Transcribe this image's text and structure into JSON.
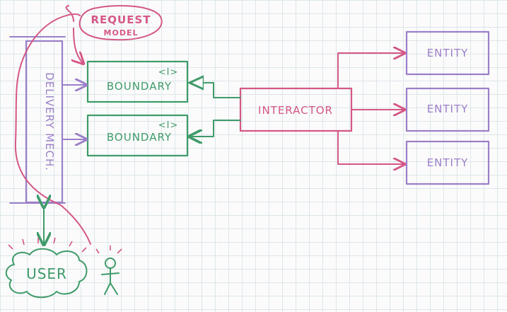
{
  "diagram": {
    "delivery_label": "DELIVERY MECH.",
    "request_model": {
      "line1": "REQUEST",
      "line2": "MODEL"
    },
    "boundaries": [
      {
        "label": "BOUNDARY",
        "tag": "<I>"
      },
      {
        "label": "BOUNDARY",
        "tag": "<I>"
      }
    ],
    "interactor_label": "INTERACTOR",
    "entities": [
      "ENTITY",
      "ENTITY",
      "ENTITY"
    ],
    "user_label": "USER"
  },
  "colors": {
    "purple": "#9b7fc9",
    "green": "#3f9b6a",
    "pink": "#d45786",
    "grid": "#dfe6ea"
  }
}
